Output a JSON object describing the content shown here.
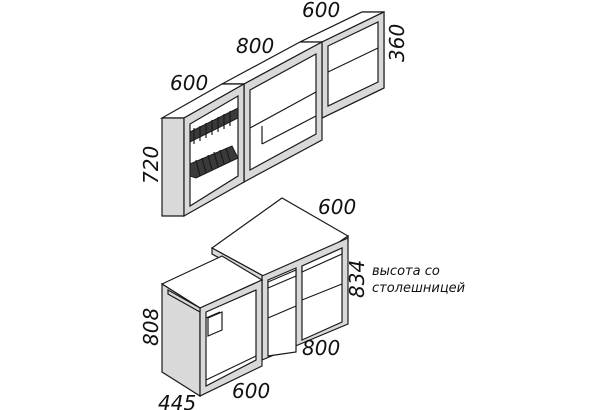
{
  "dimensions": {
    "upper_corner_width": "600",
    "upper_middle_width": "800",
    "upper_top_width": "600",
    "upper_top_height": "360",
    "upper_height": "720",
    "countertop_width": "600",
    "lower_height_with_top": "834",
    "lower_right_width": "800",
    "lower_left_height": "808",
    "lower_left_width": "600",
    "lower_left_depth": "445"
  },
  "note": {
    "line1": "высота со",
    "line2": "столешницей"
  }
}
